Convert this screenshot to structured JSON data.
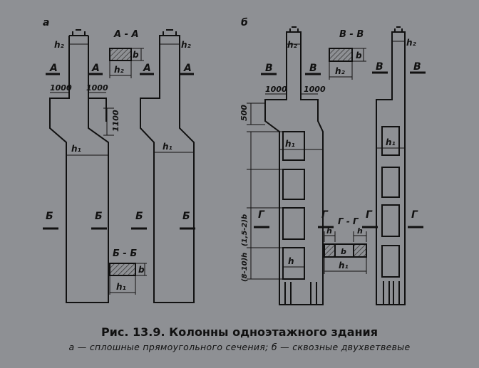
{
  "figure": {
    "title": "Рис. 13.9. Колонны одноэтажного здания",
    "subtitle": "а — сплошные прямоугольного сечения; б — сквозные двухветвевые"
  },
  "panel_a": {
    "letter": "а",
    "section_aa": "А - А",
    "section_bb": "Б - Б",
    "mark_a": "А",
    "mark_b": "Б",
    "dim_h2": "h₂",
    "dim_h1": "h₁",
    "dim_b": "b",
    "dim_1000": "1000",
    "dim_1100": "1100"
  },
  "panel_b": {
    "letter": "б",
    "section_vv": "В - В",
    "section_gg": "Г - Г",
    "mark_v": "В",
    "mark_g": "Г",
    "dim_h2": "h₂",
    "dim_h1": "h₁",
    "dim_h": "h",
    "dim_b": "b",
    "dim_1000": "1000",
    "dim_500": "500",
    "dim_step1": "(1,5-2)b",
    "dim_step2": "(8-10)h"
  },
  "colors": {
    "background": "#8e9094",
    "ink": "#111111",
    "hatch": "#3a3a3a"
  }
}
